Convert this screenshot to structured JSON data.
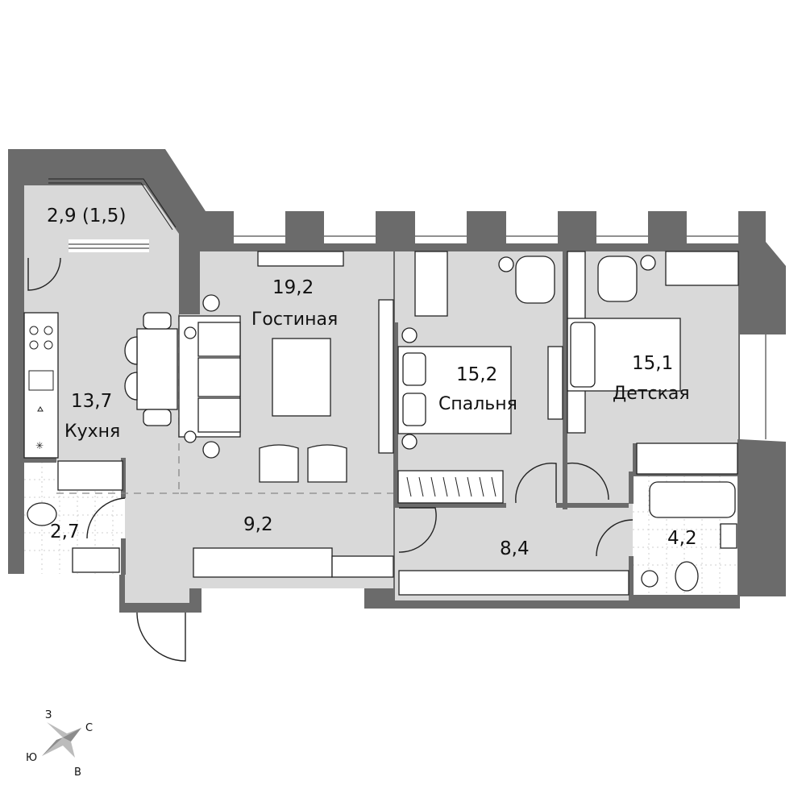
{
  "rooms": {
    "balcony": {
      "area": "2,9 (1,5)"
    },
    "living": {
      "area": "19,2",
      "name": "Гостиная"
    },
    "kitchen": {
      "area": "13,7",
      "name": "Кухня"
    },
    "bedroom": {
      "area": "15,2",
      "name": "Спальня"
    },
    "kids": {
      "area": "15,1",
      "name": "Детская"
    },
    "wc": {
      "area": "2,7"
    },
    "hall": {
      "area": "9,2"
    },
    "corridor": {
      "area": "8,4"
    },
    "bathroom": {
      "area": "4,2"
    }
  },
  "compass": {
    "north": "С",
    "south": "Ю",
    "west": "З",
    "east": "В"
  },
  "colors": {
    "wall": "#6b6b6b",
    "floor": "#d9d9d9",
    "background": "#ffffff"
  }
}
